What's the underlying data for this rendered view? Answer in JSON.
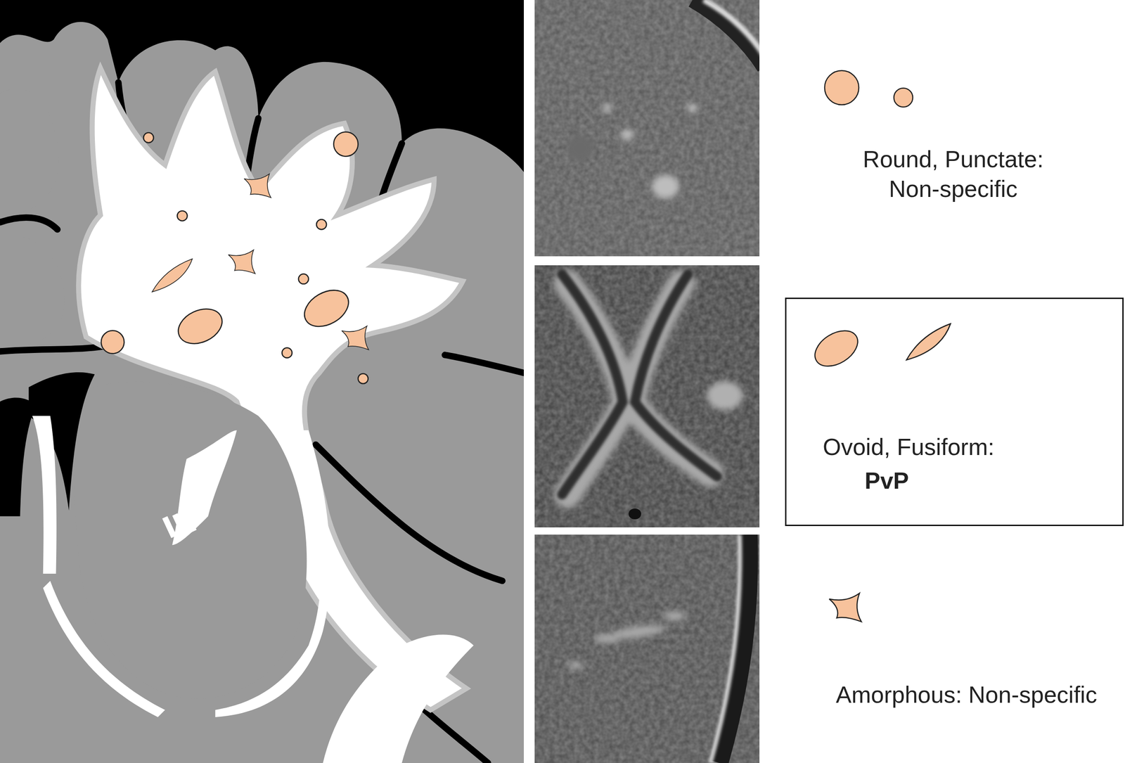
{
  "diagram": {
    "nodes": [
      {
        "text": [
          "Ovoid, Fusiform:",
          "PvP"
        ]
      }
    ],
    "labels": [
      "Round, Punctate: Non-specific",
      "Amorphous: Non-specific"
    ]
  }
}
